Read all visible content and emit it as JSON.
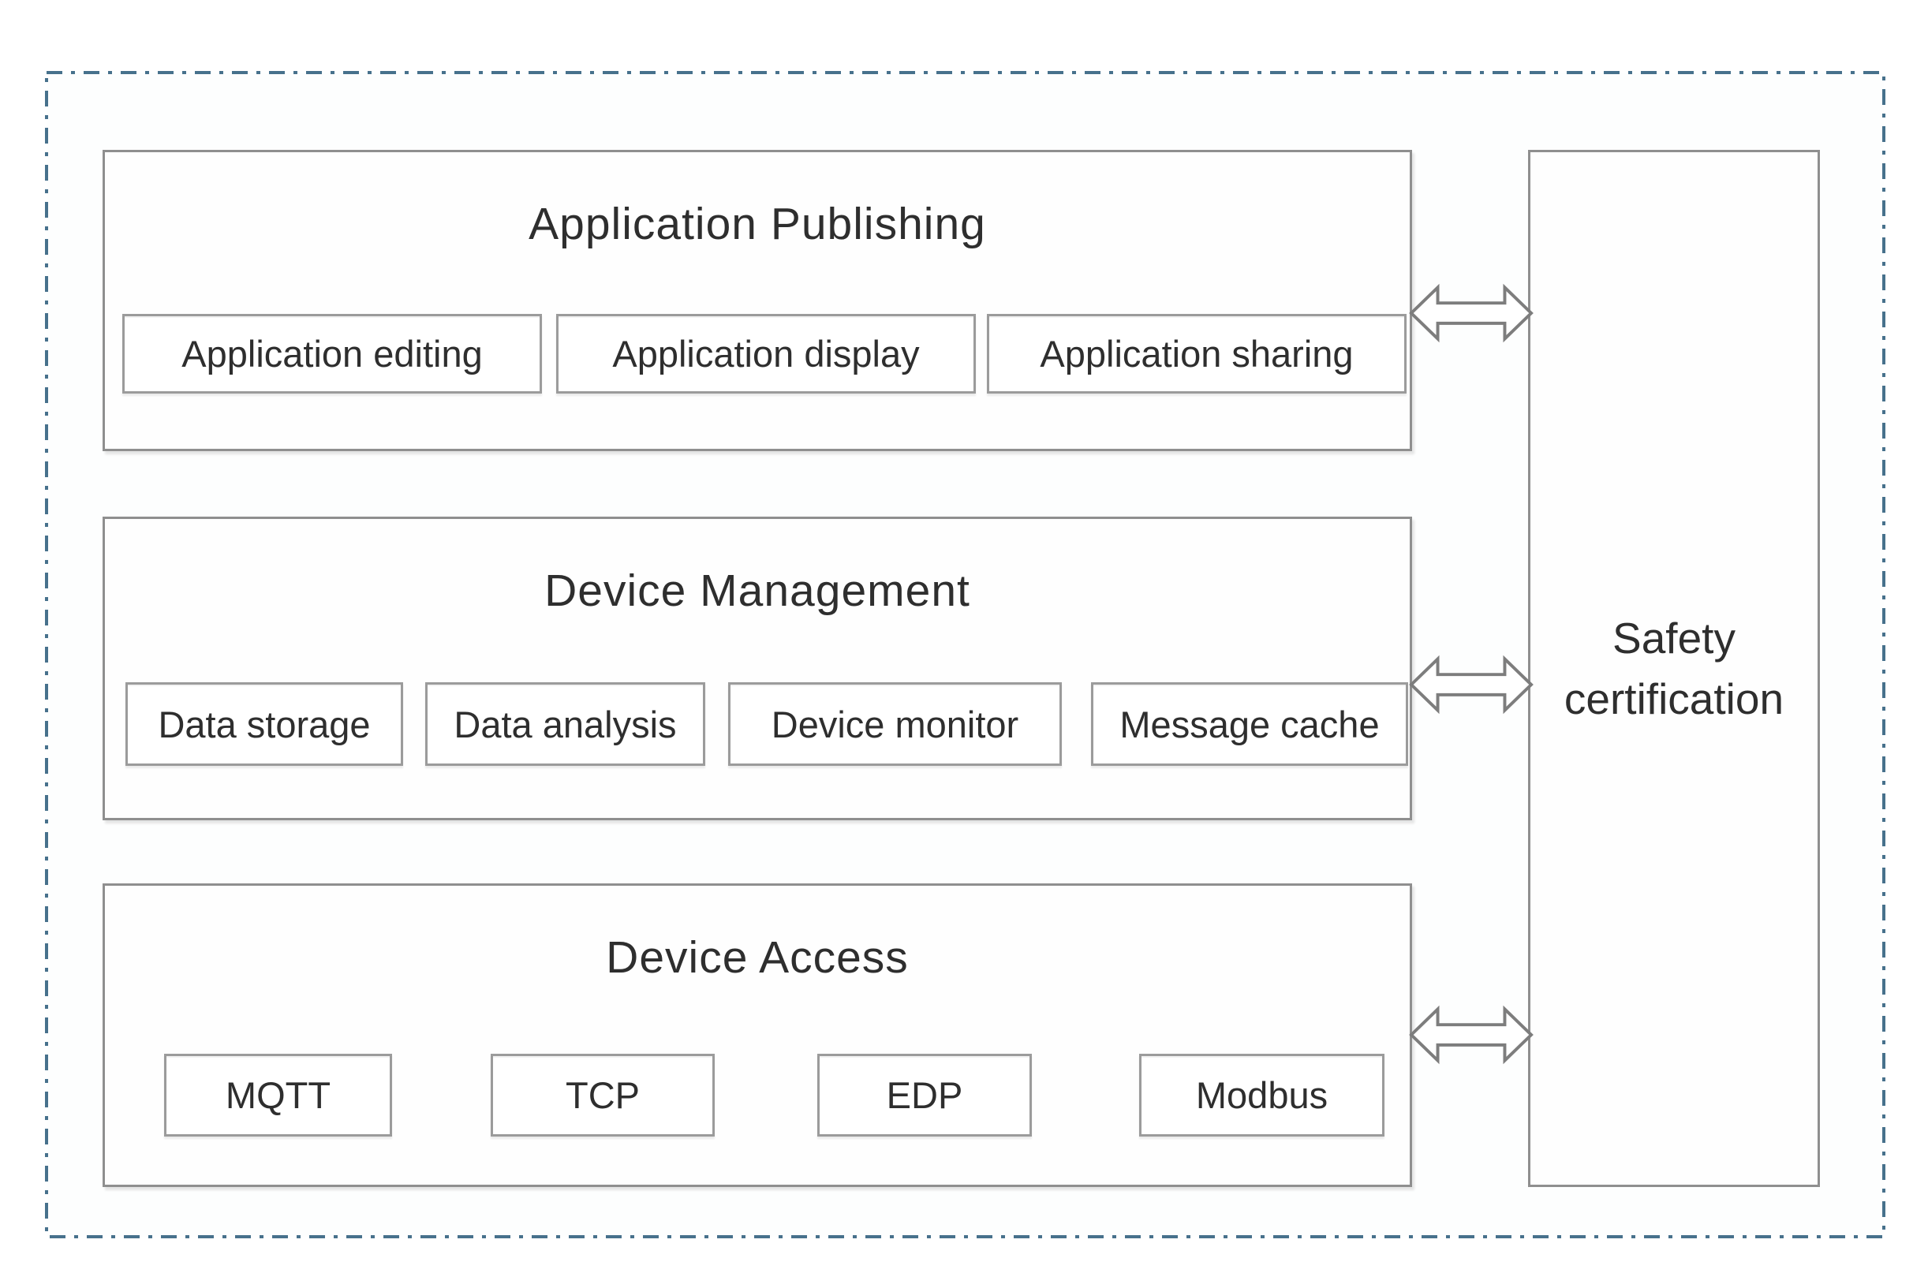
{
  "diagram": {
    "layers": [
      {
        "title": "Application Publishing",
        "items": [
          "Application editing",
          "Application display",
          "Application sharing"
        ]
      },
      {
        "title": "Device Management",
        "items": [
          "Data storage",
          "Data analysis",
          "Device monitor",
          "Message cache"
        ]
      },
      {
        "title": "Device Access",
        "items": [
          "MQTT",
          "TCP",
          "EDP",
          "Modbus"
        ]
      }
    ],
    "side_box": {
      "label": "Safety certification"
    }
  },
  "colors": {
    "dash_border": "#47718c",
    "border_gray": "#8f8f8f",
    "border_light": "#9b9b9b",
    "text": "#2e2e2e",
    "arrow_stroke": "#7d7d7d"
  }
}
